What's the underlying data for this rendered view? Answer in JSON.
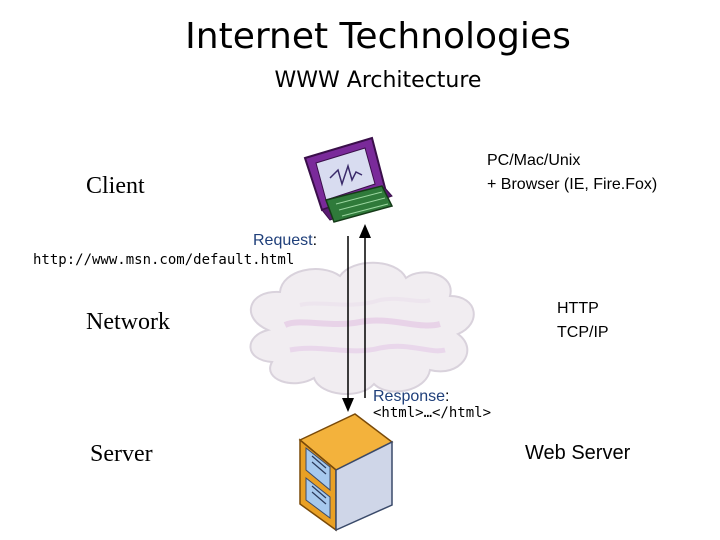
{
  "title": "Internet Technologies",
  "subtitle": "WWW Architecture",
  "client": {
    "label": "Client",
    "desc_line1": "PC/Mac/Unix",
    "desc_line2": "+ Browser (IE, Fire.Fox)"
  },
  "request": {
    "label": "Request",
    "colon": ":",
    "url": "http://www.msn.com/default.html"
  },
  "network": {
    "label": "Network",
    "proto_line1": "HTTP",
    "proto_line2": "TCP/IP"
  },
  "response": {
    "label": "Response",
    "colon": ":",
    "body": "<html>…</html>"
  },
  "server": {
    "label": "Server",
    "desc": "Web Server"
  },
  "colors": {
    "arrow": "#000000",
    "label_blue": "#1f3f7a",
    "monitor_purple": "#7a2a9a",
    "cloud_fill": "#f2eef0",
    "server_case": "#e8a020"
  }
}
